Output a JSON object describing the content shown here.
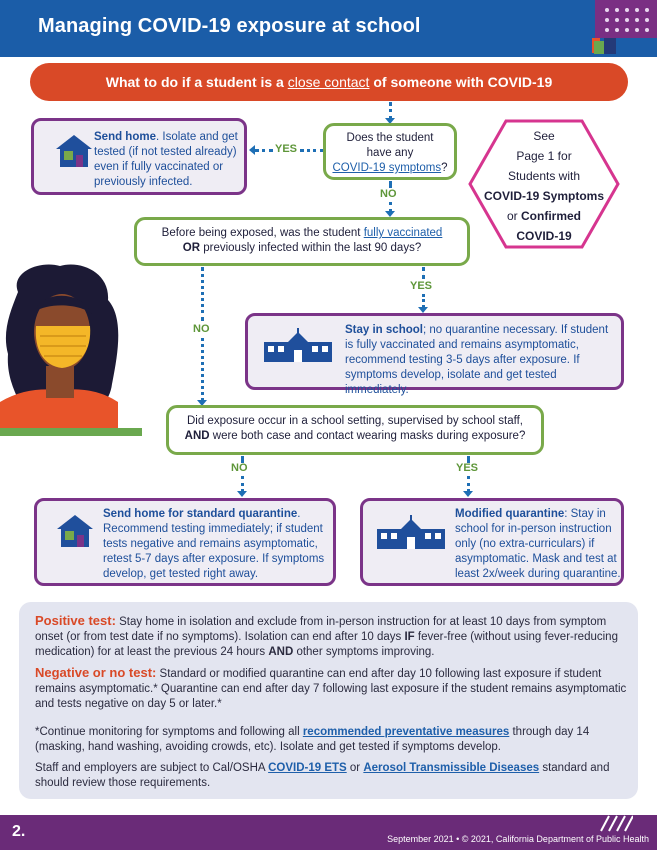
{
  "header": {
    "title": "Managing COVID-19 exposure at school"
  },
  "banner": {
    "prefix": "What to do if a student is a ",
    "link": "close contact",
    "suffix": " of someone with COVID-19"
  },
  "q1": {
    "line1": "Does the student",
    "line2": "have any",
    "link": "COVID-19 symptoms",
    "suffix": "?"
  },
  "send_home": {
    "bold": "Send home",
    "text": ". Isolate and get tested (if not tested already) even if fully vaccinated or previously infected."
  },
  "hexagon": {
    "line1": "See",
    "line2": "Page 1 for",
    "line3": "Students with",
    "bold1": "COVID-19 Symptoms",
    "or": "or",
    "bold2": "Confirmed",
    "bold3": "COVID-19"
  },
  "labels": {
    "yes": "YES",
    "no": "NO"
  },
  "q2": {
    "prefix": "Before being exposed, was the student ",
    "link": "fully vaccinated",
    "bold": "OR",
    "suffix": " previously infected within the last 90 days?"
  },
  "stay_school": {
    "bold": "Stay in school",
    "text": "; no quarantine necessary. If student is fully vaccinated and remains asymptomatic, recommend testing 3-5 days after exposure. If symptoms develop, isolate and get tested immediately."
  },
  "q3": {
    "line1": "Did exposure occur in a school setting, supervised by school staff,",
    "bold": "AND",
    "line2": " were both case and contact wearing masks during exposure?"
  },
  "standard_q": {
    "bold": "Send home for standard quarantine",
    "text": ". Recommend testing immediately; if student tests negative and remains asymptomatic, retest 5-7 days after exposure. If symptoms develop, get tested right away."
  },
  "modified_q": {
    "bold": "Modified quarantine",
    "text": ": Stay in school for in-person instruction only (no extra-curriculars) if asymptomatic. Mask and test at least 2x/week during quarantine."
  },
  "info": {
    "pos_label": "Positive test:",
    "pos_text1": " Stay home in isolation and exclude from in-person instruction for at least 10 days from symptom onset (or from test date if no symptoms). Isolation can end after 10 days ",
    "pos_if": "IF",
    "pos_text2": " fever-free (without using fever-reducing medication) for at least the previous 24 hours ",
    "pos_and": "AND",
    "pos_text3": " other symptoms improving.",
    "neg_label": "Negative or no test:",
    "neg_text": " Standard or modified quarantine can end after day 10 following last exposure if student remains asymptomatic.* Quarantine can end after day 7 following last exposure if the student remains asymptomatic and tests negative on day 5 or later.*",
    "note_prefix": "*Continue monitoring for symptoms and following all ",
    "note_link": "recommended preventative measures",
    "note_suffix": " through day 14 (masking, hand washing, avoiding crowds, etc). Isolate and get tested if symptoms develop.",
    "staff_prefix": "Staff and employers are subject to Cal/OSHA ",
    "staff_link1": "COVID-19 ETS",
    "staff_or": " or ",
    "staff_link2": "Aerosol Transmissible Diseases",
    "staff_suffix": " standard and should review those requirements."
  },
  "footer": {
    "page": "2.",
    "credit": "September 2021 • © 2021, California Department of Public Health"
  },
  "colors": {
    "header_blue": "#1b5da8",
    "banner_orange": "#d94927",
    "box_purple": "#7b3488",
    "question_green": "#79a94a",
    "hexagon_pink": "#d6358f",
    "footer_purple": "#6a2b78",
    "mask_yellow": "#f4b728"
  }
}
